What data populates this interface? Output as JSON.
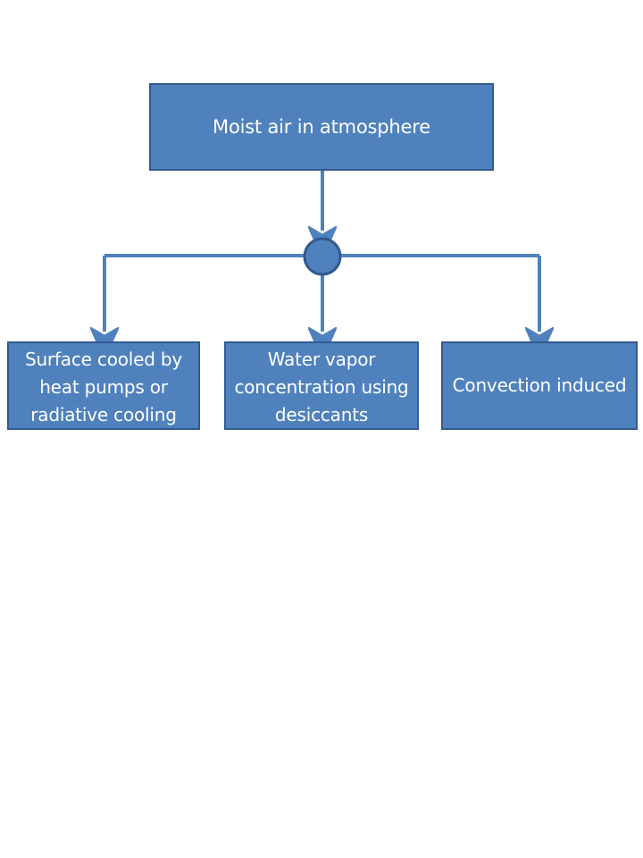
{
  "diagram": {
    "type": "flowchart",
    "orientation": "top-down",
    "colors": {
      "node_fill": "#4f81bd",
      "node_border": "#31598e",
      "connector": "#4f81bd",
      "connector_border": "#31598e",
      "label_text": "#ffffff",
      "background": "#ffffff"
    },
    "nodes": {
      "source": {
        "label": "Moist air in atmosphere",
        "shape": "rectangle"
      },
      "junction": {
        "label": "",
        "shape": "circle"
      },
      "branch_1": {
        "label": "Surface cooled by\nheat pumps or\nradiative cooling",
        "shape": "rectangle"
      },
      "branch_2": {
        "label": "Water vapor\nconcentration using\ndesiccants",
        "shape": "rectangle"
      },
      "branch_3": {
        "label": "Convection induced",
        "shape": "rectangle"
      }
    },
    "edges": [
      {
        "from": "source",
        "to": "junction",
        "style": "arrow-down"
      },
      {
        "from": "junction",
        "to": "branch_1",
        "style": "elbow-arrow-down-left"
      },
      {
        "from": "junction",
        "to": "branch_2",
        "style": "arrow-down"
      },
      {
        "from": "junction",
        "to": "branch_3",
        "style": "elbow-arrow-down-right"
      }
    ]
  }
}
